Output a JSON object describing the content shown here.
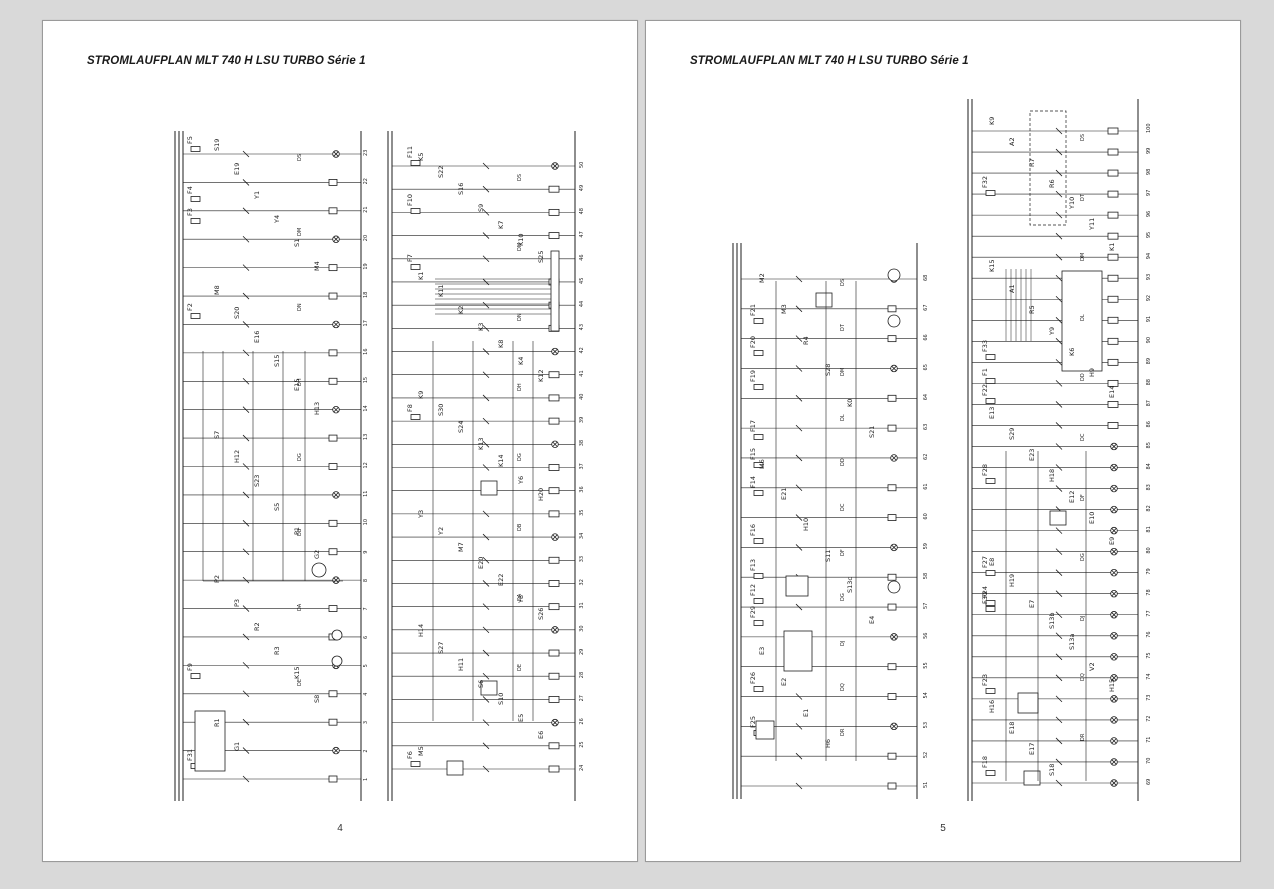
{
  "pages": [
    {
      "title": "STROMLAUFPLAN  MLT 740 H LSU TURBO Série 1",
      "page_number": "4",
      "column_numbers_a": [
        "1",
        "2",
        "3",
        "4",
        "5",
        "6",
        "7",
        "8",
        "9",
        "10",
        "11",
        "12",
        "13",
        "14",
        "15",
        "16",
        "17",
        "18",
        "19",
        "20",
        "21",
        "22",
        "23"
      ],
      "column_numbers_b": [
        "24",
        "25",
        "26",
        "27",
        "28",
        "29",
        "30",
        "31",
        "32",
        "33",
        "34",
        "35",
        "36",
        "37",
        "38",
        "39",
        "40",
        "41",
        "42",
        "43",
        "44",
        "45",
        "46",
        "47",
        "48",
        "49",
        "50"
      ],
      "fuse_labels": [
        "F5",
        "F4",
        "F3",
        "F2",
        "F9",
        "F31",
        "F11",
        "F10",
        "F7",
        "F8",
        "F6"
      ],
      "component_labels": [
        "S19",
        "E19",
        "Y1",
        "Y4",
        "S1",
        "M4",
        "M8",
        "S20",
        "E16",
        "S15",
        "E15",
        "H13",
        "S7",
        "H12",
        "S23",
        "S5",
        "P1",
        "G2",
        "P2",
        "P3",
        "R2",
        "R3",
        "K15",
        "S8",
        "R1",
        "G1",
        "K5",
        "S22",
        "S16",
        "S9",
        "K7",
        "K10",
        "S25",
        "K1",
        "K11",
        "K2",
        "K3",
        "K8",
        "K4",
        "K12",
        "K9",
        "S30",
        "S24",
        "K13",
        "K14",
        "Y6",
        "H20",
        "Y3",
        "Y2",
        "M7",
        "E20",
        "E22",
        "Y8",
        "S26",
        "H14",
        "S27",
        "H11",
        "S6",
        "S10",
        "E5",
        "E6",
        "M5"
      ],
      "wire_codes": [
        "DS",
        "DM",
        "DN",
        "DH",
        "DG",
        "DB",
        "DA",
        "DE"
      ]
    },
    {
      "title": "STROMLAUFPLAN  MLT 740 H LSU TURBO Série 1",
      "page_number": "5",
      "column_numbers_a": [
        "51",
        "52",
        "53",
        "54",
        "55",
        "56",
        "57",
        "58",
        "59",
        "60",
        "61",
        "62",
        "63",
        "64",
        "65",
        "66",
        "67",
        "68"
      ],
      "column_numbers_b": [
        "69",
        "70",
        "71",
        "72",
        "73",
        "74",
        "75",
        "76",
        "77",
        "78",
        "79",
        "80",
        "81",
        "82",
        "83",
        "84",
        "85",
        "86",
        "87",
        "88",
        "89",
        "90",
        "91",
        "92",
        "93",
        "94",
        "95",
        "96",
        "97",
        "98",
        "99",
        "100"
      ],
      "fuse_labels": [
        "F21",
        "F20",
        "F19",
        "F17",
        "F15",
        "F14",
        "F16",
        "F13",
        "F12",
        "F29",
        "F26",
        "F25",
        "F32",
        "F33",
        "F1",
        "F22",
        "F28",
        "F27",
        "F24",
        "F30",
        "F23",
        "F18"
      ],
      "component_labels": [
        "M2",
        "M3",
        "R4",
        "S28",
        "K0",
        "S21",
        "M6",
        "E21",
        "H10",
        "S11",
        "S13c",
        "E4",
        "E3",
        "E2",
        "E1",
        "H6",
        "K9",
        "A2",
        "R7",
        "R6",
        "Y10",
        "Y11",
        "K1",
        "K15",
        "A1",
        "R5",
        "Y9",
        "K6",
        "H9",
        "E14",
        "E13",
        "S29",
        "E23",
        "H18",
        "E12",
        "E10",
        "E9",
        "E8",
        "H19",
        "E7",
        "S13b",
        "S13a",
        "V2",
        "H15",
        "H16",
        "E18",
        "E17",
        "S18"
      ],
      "wire_codes": [
        "DS",
        "DT",
        "DM",
        "DL",
        "DD",
        "DC",
        "DF",
        "DG",
        "DJ",
        "DQ",
        "DR"
      ]
    }
  ]
}
